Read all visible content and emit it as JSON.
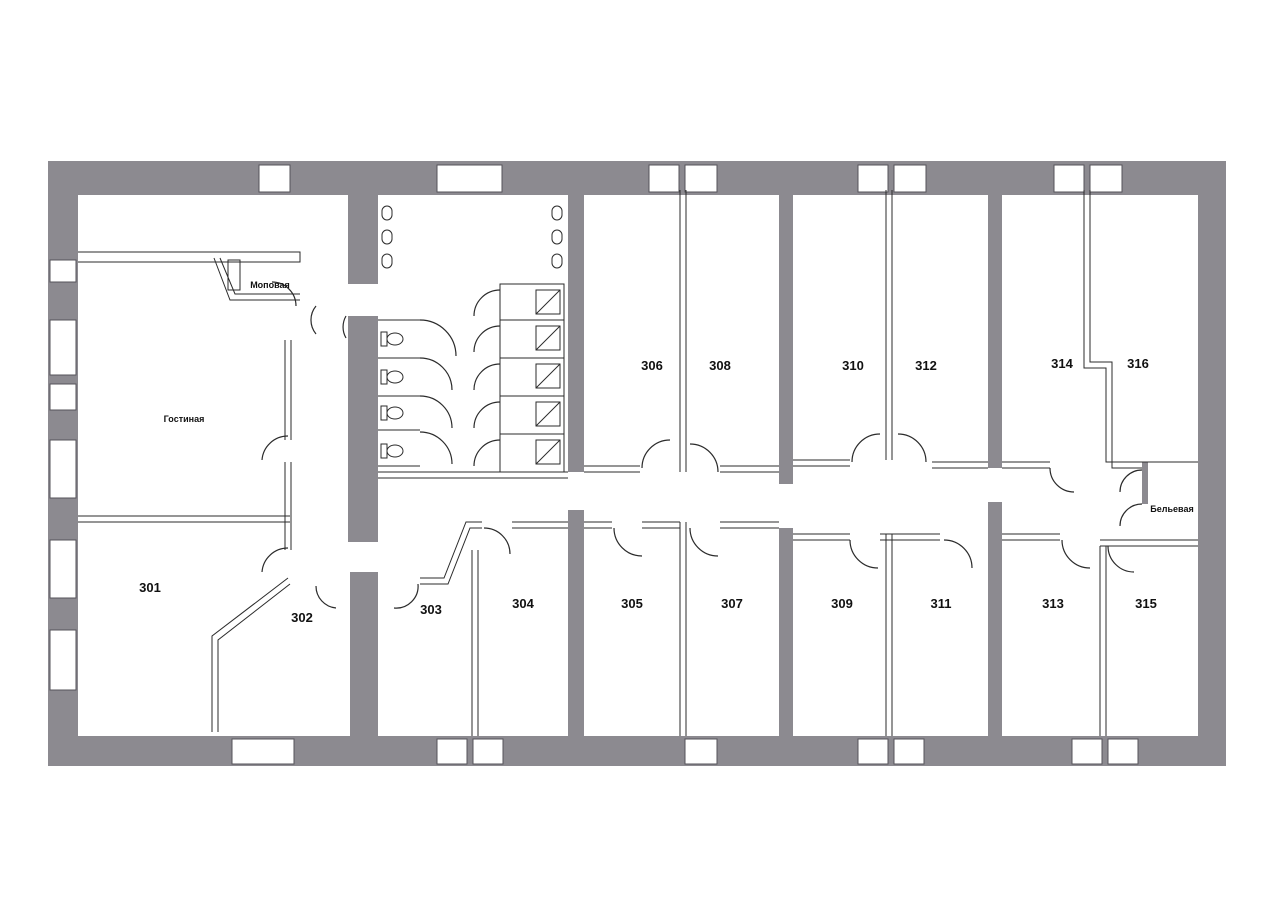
{
  "colors": {
    "wall": "#8c8a90",
    "line": "#2b2b2b",
    "background": "#ffffff"
  },
  "rooms": {
    "r301": "301",
    "r302": "302",
    "r303": "303",
    "r304": "304",
    "r305": "305",
    "r306": "306",
    "r307": "307",
    "r308": "308",
    "r309": "309",
    "r310": "310",
    "r311": "311",
    "r312": "312",
    "r313": "313",
    "r314": "314",
    "r315": "315",
    "r316": "316"
  },
  "labels": {
    "living_room": "Гостиная",
    "mop_room": "Моповая",
    "linen_room": "Бельевая"
  },
  "icons": {
    "sink": "sink-icon",
    "toilet": "toilet-icon",
    "shower": "shower-icon",
    "door": "door-swing-icon"
  }
}
